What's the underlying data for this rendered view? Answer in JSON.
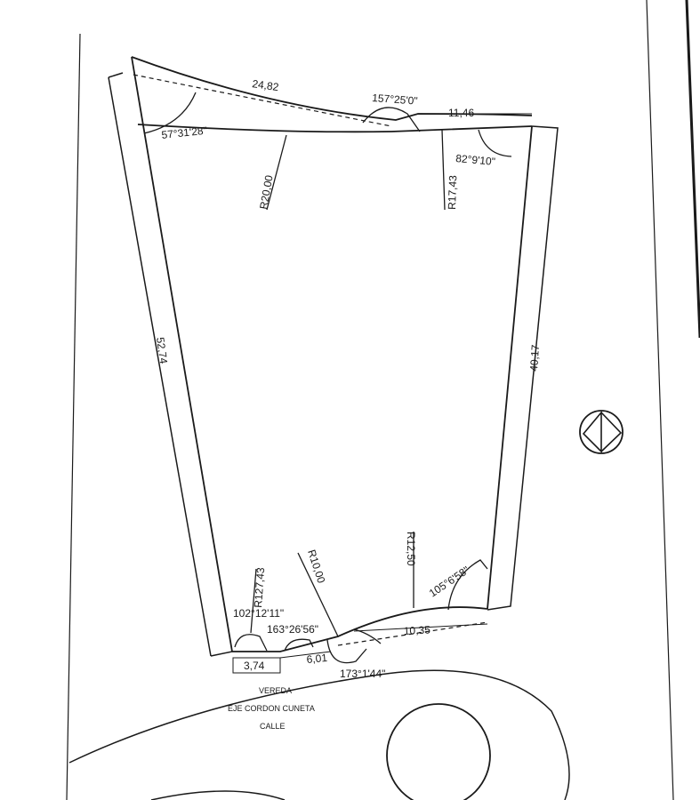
{
  "dimensions": {
    "top_left": "24,82",
    "top_right": "11,46",
    "left_side": "52,74",
    "right_side": "40,17",
    "bottom_a": "3,74",
    "bottom_b": "6,01",
    "bottom_c": "10,35"
  },
  "angles": {
    "top_left": "57°31'28\"",
    "top_mid": "157°25'0\"",
    "top_right": "82°9'10\"",
    "bottom_left": "102°12'11\"",
    "bottom_mid_upper": "163°26'56\"",
    "bottom_mid_lower": "173°1'44\"",
    "bottom_right": "105°6'58\""
  },
  "radii": {
    "top_left": "R20,00",
    "top_right": "R17,43",
    "bottom_a": "R127,43",
    "bottom_b": "R10,00",
    "bottom_c": "R12,50"
  },
  "street_labels": {
    "vereda": "VEREDA",
    "eje": "EJE CORDON CUNETA",
    "calle": "CALLE"
  }
}
